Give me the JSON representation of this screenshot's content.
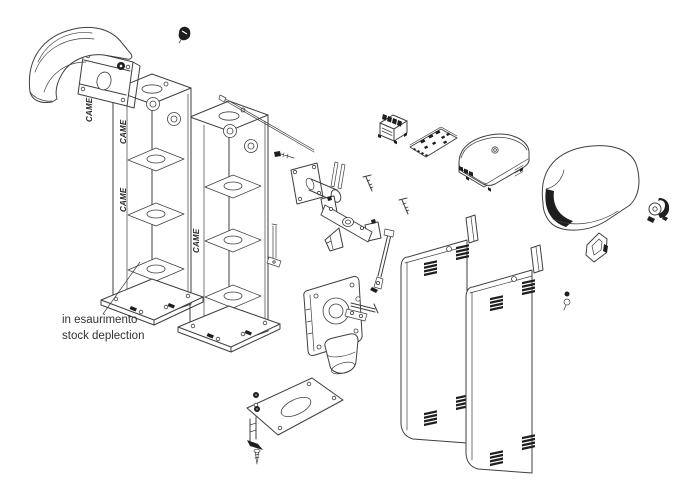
{
  "annotation": {
    "line1": "in esaurimento",
    "line2": "stock deplection"
  },
  "logos": [
    "CAME",
    "CAME",
    "CAME",
    "CAME"
  ],
  "colors": {
    "background": "#ffffff",
    "line": "#3f3f3f",
    "dark_detail": "#1e1e1e",
    "note_text": "#333333"
  }
}
